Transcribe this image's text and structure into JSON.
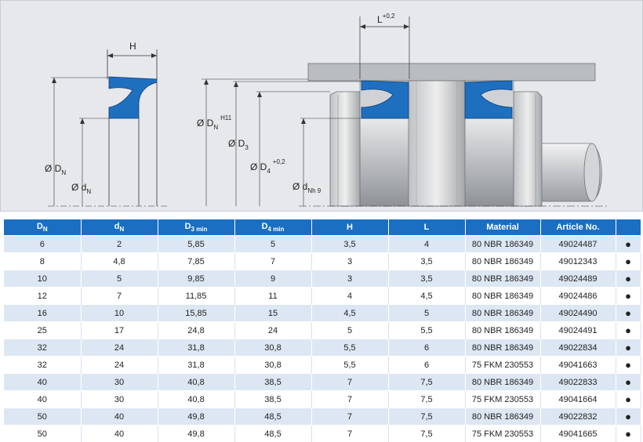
{
  "drawing": {
    "labels": {
      "H": "H",
      "L": "L",
      "L_tol": "+0,2",
      "DN": "Ø D",
      "DN_sub": "N",
      "dN": "Ø d",
      "dN_sub": "N",
      "DN_H11": "Ø D",
      "DN_H11_sub": "N",
      "DN_H11_sup": "H11",
      "D3": "Ø D",
      "D3_sub": "3",
      "D4": "Ø D",
      "D4_sub": "4",
      "D4_sup": "+0,2",
      "dNh9": "Ø d",
      "dNh9_sub": "Nh 9"
    }
  },
  "table": {
    "headers": [
      {
        "main": "D",
        "sub": "N"
      },
      {
        "main": "d",
        "sub": "N"
      },
      {
        "main": "D",
        "sub": "3 min"
      },
      {
        "main": "D",
        "sub": "4 min"
      },
      {
        "main": "H",
        "sub": ""
      },
      {
        "main": "L",
        "sub": ""
      },
      {
        "main": "Material",
        "sub": ""
      },
      {
        "main": "Article No.",
        "sub": ""
      },
      {
        "main": "",
        "sub": ""
      }
    ],
    "rows": [
      [
        "6",
        "2",
        "5,85",
        "5",
        "3,5",
        "4",
        "80 NBR 186349",
        "49024487",
        "●"
      ],
      [
        "8",
        "4,8",
        "7,85",
        "7",
        "3",
        "3,5",
        "80 NBR 186349",
        "49012343",
        "●"
      ],
      [
        "10",
        "5",
        "9,85",
        "9",
        "3",
        "3,5",
        "80 NBR 186349",
        "49024489",
        "●"
      ],
      [
        "12",
        "7",
        "11,85",
        "11",
        "4",
        "4,5",
        "80 NBR 186349",
        "49024486",
        "●"
      ],
      [
        "16",
        "10",
        "15,85",
        "15",
        "4,5",
        "5",
        "80 NBR 186349",
        "49024490",
        "●"
      ],
      [
        "25",
        "17",
        "24,8",
        "24",
        "5",
        "5,5",
        "80 NBR 186349",
        "49024491",
        "●"
      ],
      [
        "32",
        "24",
        "31,8",
        "30,8",
        "5,5",
        "6",
        "80 NBR 186349",
        "49022834",
        "●"
      ],
      [
        "32",
        "24",
        "31,8",
        "30,8",
        "5,5",
        "6",
        "75 FKM 230553",
        "49041663",
        "●"
      ],
      [
        "40",
        "30",
        "40,8",
        "38,5",
        "7",
        "7,5",
        "80 NBR 186349",
        "49022833",
        "●"
      ],
      [
        "40",
        "30",
        "40,8",
        "38,5",
        "7",
        "7,5",
        "75 FKM 230553",
        "49041664",
        "●"
      ],
      [
        "50",
        "40",
        "49,8",
        "48,5",
        "7",
        "7,5",
        "80 NBR 186349",
        "49022832",
        "●"
      ],
      [
        "50",
        "40",
        "49,8",
        "48,5",
        "7",
        "7,5",
        "75 FKM 230553",
        "49041665",
        "●"
      ]
    ]
  },
  "colors": {
    "header_blue": "#1a6fc2",
    "row_tint": "#dde7f3",
    "seal_blue": "#1f6fbf"
  }
}
